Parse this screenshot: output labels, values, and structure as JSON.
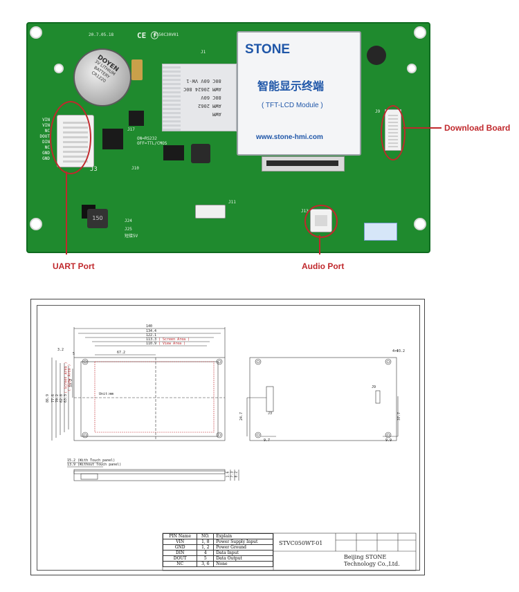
{
  "board": {
    "date_code": "20.7.05.18",
    "board_id": "d550C30V01",
    "battery_lines": [
      "DOYEN",
      "3V LITHIUM",
      "BATTERY",
      "CR1220"
    ],
    "pin_labels": [
      "VIN",
      "VIN",
      "NC",
      "DOUT",
      "DIN",
      "NC",
      "GND",
      "GND"
    ],
    "silk": {
      "j3": "J3",
      "j10": "J10",
      "j17": "J17",
      "on_rs232": "ON=RS232",
      "off_ttl": "OFF=TTL/CMOS",
      "j24": "J24",
      "j25": "J25",
      "jumper_5v": "短接5V",
      "j11": "J11",
      "j13": "J13",
      "j9": "J9",
      "j1": "J1",
      "inductor": "150"
    },
    "ribbon_lines": [
      "AWM",
      "AWM 2062",
      "80C 60V",
      "AWM 20624 80C",
      "80C 60V VW-1"
    ],
    "lcd": {
      "brand": "STONE",
      "chinese": "智能显示终端",
      "module": "( TFT-LCD Module )",
      "website": "www.stone-hmi.com"
    }
  },
  "callouts": {
    "download_board": "Download Board",
    "uart_port": "UART Port",
    "audio_port": "Audio Port"
  },
  "drawing": {
    "front": {
      "dims_top": [
        "140",
        "134.4",
        "122.1",
        "113.3",
        "110.9"
      ],
      "screen_area": "( Screen Area )",
      "view_area": "( View Area )",
      "dim_672": "67.2",
      "dims_left": [
        "3.2",
        "5"
      ],
      "dims_vertical": [
        "86.9",
        "77.6",
        "70.2",
        "62.8",
        "63.3",
        "33.2"
      ],
      "screen_area_v": "( Screen Area )",
      "view_area_v": "( View Area )",
      "center_label": "Unit:mm"
    },
    "back": {
      "holes": "4×Φ3.2",
      "j3": "J3",
      "j9": "J9",
      "dim_247": "24.7",
      "dim_377": "37.7",
      "dim_97": "9.7",
      "dim_99": "9.9"
    },
    "side": {
      "with_touch": "15.2 (With Touch panel)",
      "without_touch": "13.9 (Without Touch panel)",
      "right_dims": [
        "1.6",
        "7.3",
        "8.2"
      ]
    },
    "pin_table": {
      "headers": [
        "PIN Name",
        "NO.",
        "Explain"
      ],
      "rows": [
        [
          "VIN",
          "1, 8",
          "Power Supply Input"
        ],
        [
          "GND",
          "1, 2",
          "Power Ground"
        ],
        [
          "DIN",
          "4",
          "Data Input"
        ],
        [
          "DOUT",
          "5",
          "Data Output"
        ],
        [
          "NC",
          "3, 6",
          "None"
        ]
      ]
    },
    "model": "STVC050WT-01",
    "company_line1": "Beijing STONE",
    "company_line2": "Technology Co.,Ltd."
  },
  "colors": {
    "pcb_green": "#1f8a2e",
    "callout_red": "#c0282c",
    "brand_blue": "#1f56a8"
  }
}
